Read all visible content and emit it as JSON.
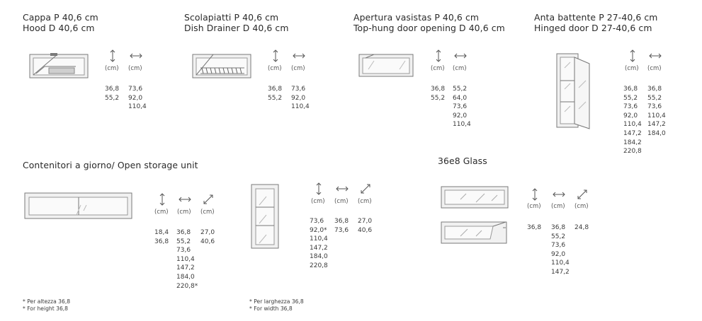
{
  "colors": {
    "text": "#2a2a2a",
    "line": "#777777",
    "fill": "#f1f1f1"
  },
  "units": {
    "cm": "(cm)"
  },
  "icons": {
    "height": "vertical-arrow-icon",
    "width": "horizontal-arrow-icon",
    "depth": "diagonal-arrow-icon"
  },
  "sections": {
    "hood": {
      "title_it": "Cappa P 40,6 cm",
      "title_en": "Hood D 40,6 cm",
      "heights": [
        "36,8",
        "55,2"
      ],
      "widths": [
        "73,6",
        "92,0",
        "110,4"
      ]
    },
    "dish_drainer": {
      "title_it": "Scolapiatti P 40,6 cm",
      "title_en": "Dish Drainer D 40,6 cm",
      "heights": [
        "36,8",
        "55,2"
      ],
      "widths": [
        "73,6",
        "92,0",
        "110,4"
      ]
    },
    "top_hung": {
      "title_it": "Apertura vasistas P 40,6 cm",
      "title_en": "Top-hung door opening D 40,6 cm",
      "heights": [
        "36,8",
        "55,2"
      ],
      "widths": [
        "55,2",
        "64,0",
        "73,6",
        "92,0",
        "110,4"
      ]
    },
    "hinged": {
      "title_it": "Anta battente P 27-40,6 cm",
      "title_en": "Hinged door D 27-40,6 cm",
      "heights": [
        "36,8",
        "55,2",
        "73,6",
        "92,0",
        "110,4",
        "147,2",
        "184,2",
        "220,8"
      ],
      "widths": [
        "36,8",
        "55,2",
        "73,6",
        "110,4",
        "147,2",
        "184,0"
      ]
    },
    "open_storage": {
      "title": "Contenitori a giorno/ Open storage unit",
      "a": {
        "heights": [
          "18,4",
          "36,8"
        ],
        "widths": [
          "36,8",
          "55,2",
          "73,6",
          "110,4",
          "147,2",
          "184,0",
          "220,8*"
        ],
        "depths": [
          "27,0",
          "40,6"
        ],
        "note_it": "* Per altezza 36,8",
        "note_en": "* For height 36,8"
      },
      "b": {
        "heights": [
          "73,6",
          "92,0*",
          "110,4",
          "147,2",
          "184,0",
          "220,8"
        ],
        "widths": [
          "36,8",
          "73,6"
        ],
        "depths": [
          "27,0",
          "40,6"
        ],
        "note_it": "* Per larghezza 36,8",
        "note_en": "* For width 36,8"
      }
    },
    "glass": {
      "title": "36e8 Glass",
      "heights": [
        "36,8"
      ],
      "widths": [
        "36,8",
        "55,2",
        "73,6",
        "92,0",
        "110,4",
        "147,2"
      ],
      "depths": [
        "24,8"
      ]
    }
  }
}
